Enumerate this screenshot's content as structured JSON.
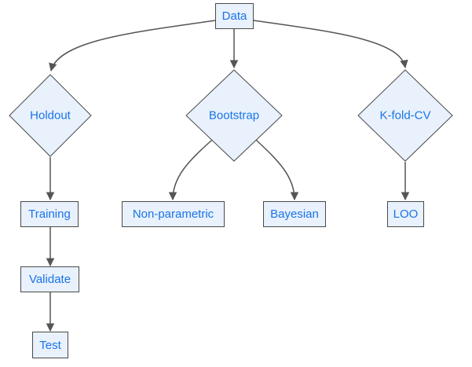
{
  "colors": {
    "node_fill": "#e8f1fc",
    "node_stroke": "#4a4a4a",
    "label_text": "#1a73e8",
    "edge": "#555555"
  },
  "nodes": {
    "data": "Data",
    "holdout": "Holdout",
    "bootstrap": "Bootstrap",
    "kfold": "K-fold-CV",
    "training": "Training",
    "validate": "Validate",
    "test": "Test",
    "nonparametric": "Non-parametric",
    "bayesian": "Bayesian",
    "loo": "LOO"
  },
  "edges": [
    {
      "from": "data",
      "to": "holdout"
    },
    {
      "from": "data",
      "to": "bootstrap"
    },
    {
      "from": "data",
      "to": "kfold"
    },
    {
      "from": "holdout",
      "to": "training"
    },
    {
      "from": "training",
      "to": "validate"
    },
    {
      "from": "validate",
      "to": "test"
    },
    {
      "from": "bootstrap",
      "to": "nonparametric"
    },
    {
      "from": "bootstrap",
      "to": "bayesian"
    },
    {
      "from": "kfold",
      "to": "loo"
    }
  ]
}
